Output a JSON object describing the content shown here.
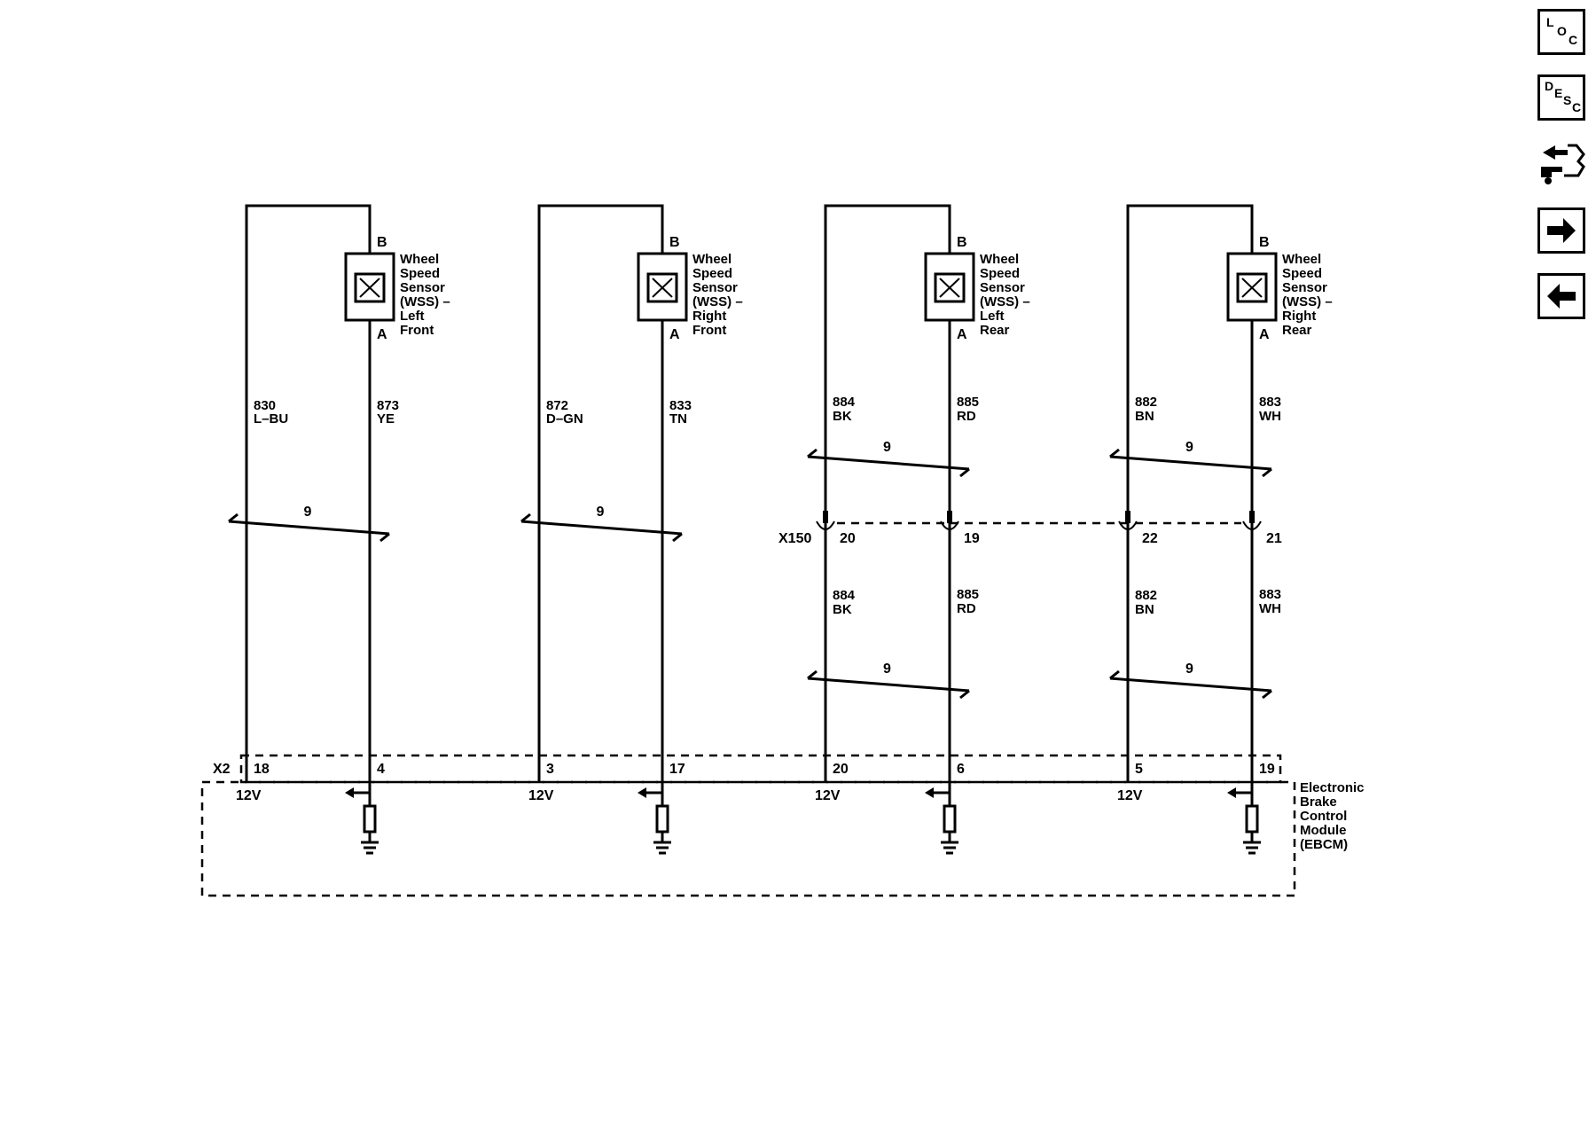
{
  "toolbar": {
    "loc": {
      "c1": "L",
      "c2": "O",
      "c3": "C"
    },
    "desc": {
      "c1": "D",
      "c2": "E",
      "c3": "S",
      "c4": "C"
    }
  },
  "sensors": [
    {
      "pin_top": "B",
      "pin_bottom": "A",
      "label": [
        "Wheel",
        "Speed",
        "Sensor",
        "(WSS) –",
        "Left",
        "Front"
      ],
      "wire_left": {
        "circuit": "830",
        "color": "L–BU"
      },
      "wire_right": {
        "circuit": "873",
        "color": "YE"
      },
      "twist": "9",
      "ebcm_pin_left": "18",
      "ebcm_pin_right": "4",
      "voltage": "12V"
    },
    {
      "pin_top": "B",
      "pin_bottom": "A",
      "label": [
        "Wheel",
        "Speed",
        "Sensor",
        "(WSS) –",
        "Right",
        "Front"
      ],
      "wire_left": {
        "circuit": "872",
        "color": "D–GN"
      },
      "wire_right": {
        "circuit": "833",
        "color": "TN"
      },
      "twist": "9",
      "ebcm_pin_left": "3",
      "ebcm_pin_right": "17",
      "voltage": "12V"
    },
    {
      "pin_top": "B",
      "pin_bottom": "A",
      "label": [
        "Wheel",
        "Speed",
        "Sensor",
        "(WSS) –",
        "Left",
        "Rear"
      ],
      "wire_left": {
        "circuit": "884",
        "color": "BK"
      },
      "wire_right": {
        "circuit": "885",
        "color": "RD"
      },
      "twist_upper": "9",
      "twist_lower": "9",
      "conn_pin_left": "20",
      "conn_pin_right": "19",
      "wire_left_lower": {
        "circuit": "884",
        "color": "BK"
      },
      "wire_right_lower": {
        "circuit": "885",
        "color": "RD"
      },
      "ebcm_pin_left": "20",
      "ebcm_pin_right": "6",
      "voltage": "12V"
    },
    {
      "pin_top": "B",
      "pin_bottom": "A",
      "label": [
        "Wheel",
        "Speed",
        "Sensor",
        "(WSS) –",
        "Right",
        "Rear"
      ],
      "wire_left": {
        "circuit": "882",
        "color": "BN"
      },
      "wire_right": {
        "circuit": "883",
        "color": "WH"
      },
      "twist_upper": "9",
      "twist_lower": "9",
      "conn_pin_left": "22",
      "conn_pin_right": "21",
      "wire_left_lower": {
        "circuit": "882",
        "color": "BN"
      },
      "wire_right_lower": {
        "circuit": "883",
        "color": "WH"
      },
      "ebcm_pin_left": "5",
      "ebcm_pin_right": "19",
      "voltage": "12V"
    }
  ],
  "connector_x150": "X150",
  "connector_x2": "X2",
  "module_label": [
    "Electronic",
    "Brake",
    "Control",
    "Module",
    "(EBCM)"
  ]
}
